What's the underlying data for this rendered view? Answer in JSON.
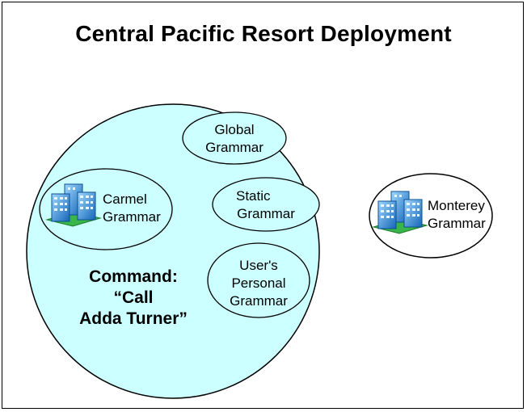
{
  "title": "Central Pacific Resort Deployment",
  "colors": {
    "deployment_fill": "#ccffff",
    "stroke": "#000000",
    "building_blue": "#1e88d8",
    "building_green": "#33aa33"
  },
  "deployment": {
    "grammars": {
      "global": {
        "line1": "Global",
        "line2": "Grammar"
      },
      "static": {
        "line1": "Static",
        "line2": "Grammar"
      },
      "personal": {
        "line1": "User's",
        "line2": "Personal",
        "line3": "Grammar"
      },
      "carmel": {
        "line1": "Carmel",
        "line2": "Grammar",
        "icon": "building-icon"
      }
    },
    "command": {
      "line1": "Command:",
      "line2": "“Call",
      "line3": "Adda Turner”"
    }
  },
  "external": {
    "monterey": {
      "line1": "Monterey",
      "line2": "Grammar",
      "icon": "building-icon"
    }
  }
}
